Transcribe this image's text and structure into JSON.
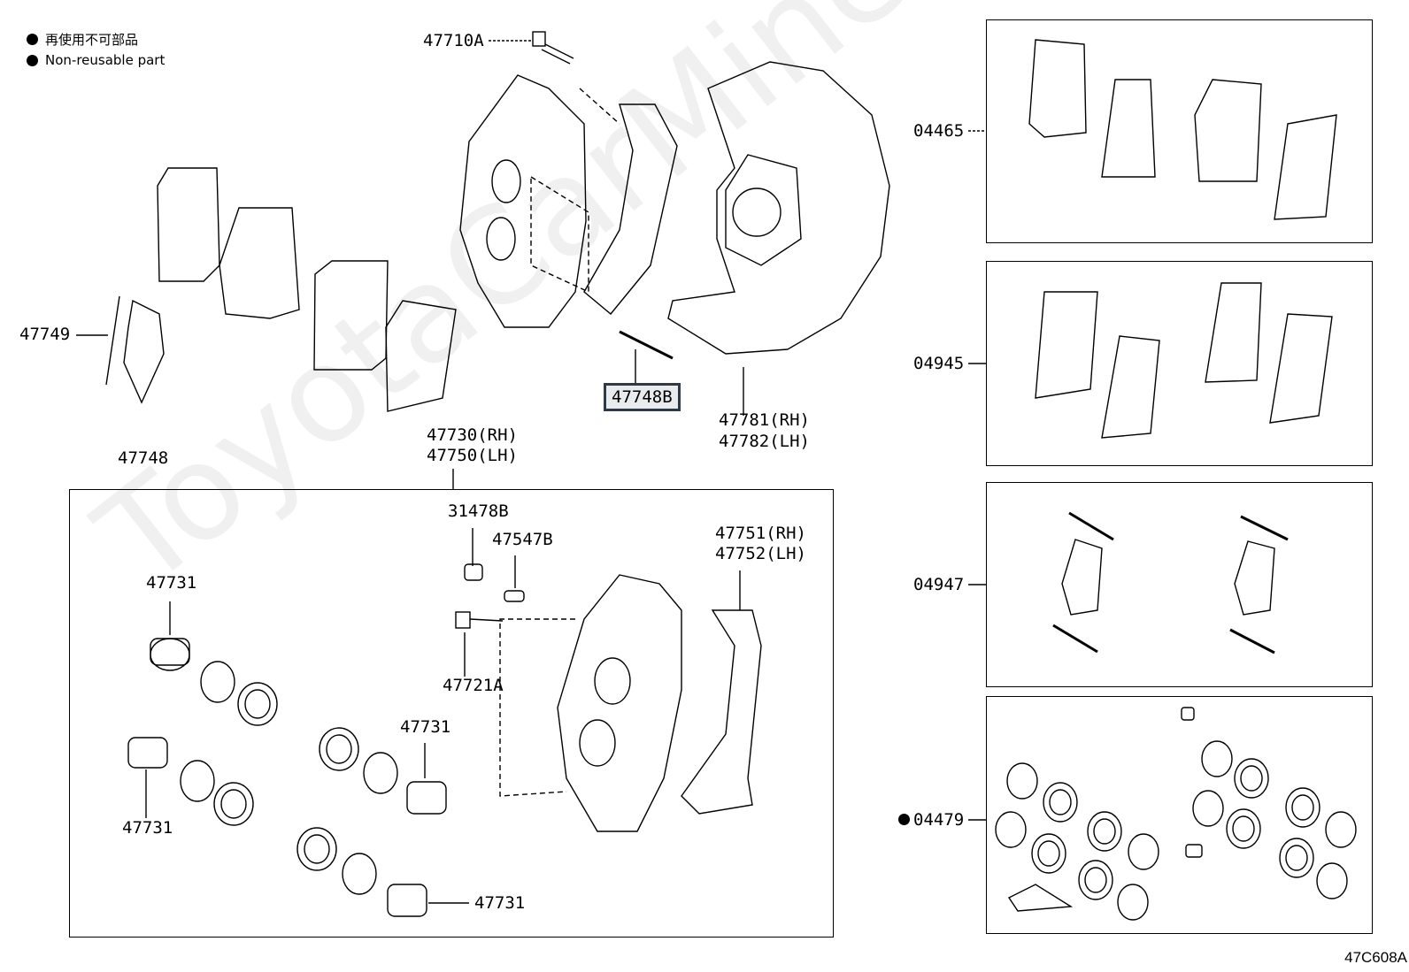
{
  "legend": {
    "items": [
      {
        "label": "再使用不可部品"
      },
      {
        "label": "Non-reusable part"
      }
    ]
  },
  "watermark": "ToyotaCarMine.ru",
  "labels": {
    "bolt": "47710A",
    "clip_left": "47749",
    "clip_bottom": "47748",
    "pin_highlight": "47748B",
    "dust_cover_rh": "47781(RH)",
    "dust_cover_lh": "47782(LH)",
    "caliper_rh": "47730(RH)",
    "caliper_lh": "47750(LH)",
    "cap": "31478B",
    "bleeder": "47547B",
    "mount_rh": "47751(RH)",
    "mount_lh": "47752(LH)",
    "piston_1": "47731",
    "piston_2": "47731",
    "piston_3": "47731",
    "piston_4": "47731",
    "caliper_bolt": "47721A"
  },
  "kits": [
    {
      "code": "04465",
      "non_reusable": false
    },
    {
      "code": "04945",
      "non_reusable": false
    },
    {
      "code": "04947",
      "non_reusable": false
    },
    {
      "code": "04479",
      "non_reusable": true
    }
  ],
  "figure_code": "47C608A"
}
